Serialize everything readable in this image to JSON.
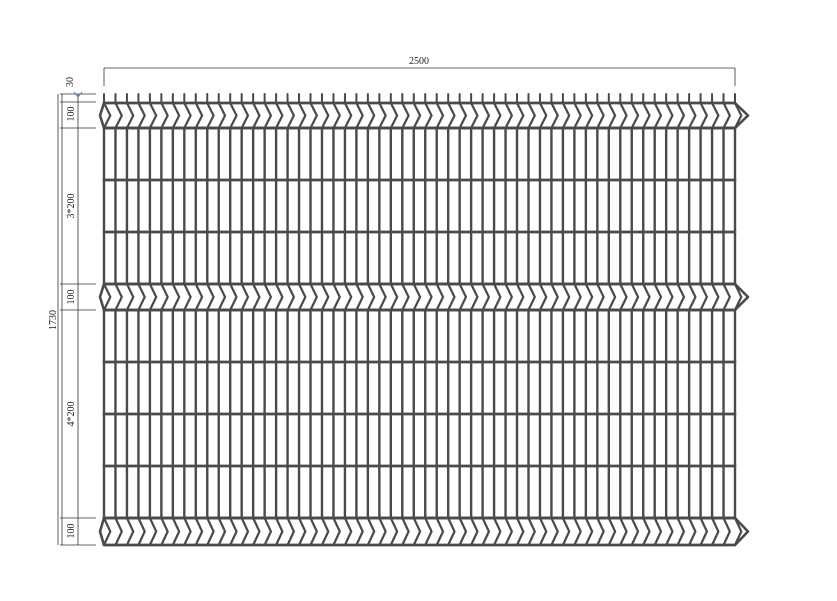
{
  "drawing": {
    "overall_width_label": "2500",
    "overall_height_label": "1730",
    "dimensions": [
      {
        "key": "top_spike",
        "label": "30"
      },
      {
        "key": "top_fold",
        "label": "100"
      },
      {
        "key": "upper_mesh",
        "label": "3*200"
      },
      {
        "key": "middle_fold",
        "label": "100"
      },
      {
        "key": "lower_mesh",
        "label": "4*200"
      },
      {
        "key": "bottom_fold",
        "label": "100"
      }
    ],
    "panel": {
      "vertical_wires": 56,
      "upper_mesh_cells": 3,
      "lower_mesh_cells": 4,
      "folds": 3
    },
    "colors": {
      "wire": "#4a4a4a",
      "dimension": "#333333",
      "marker": "#3a7bd5"
    }
  }
}
